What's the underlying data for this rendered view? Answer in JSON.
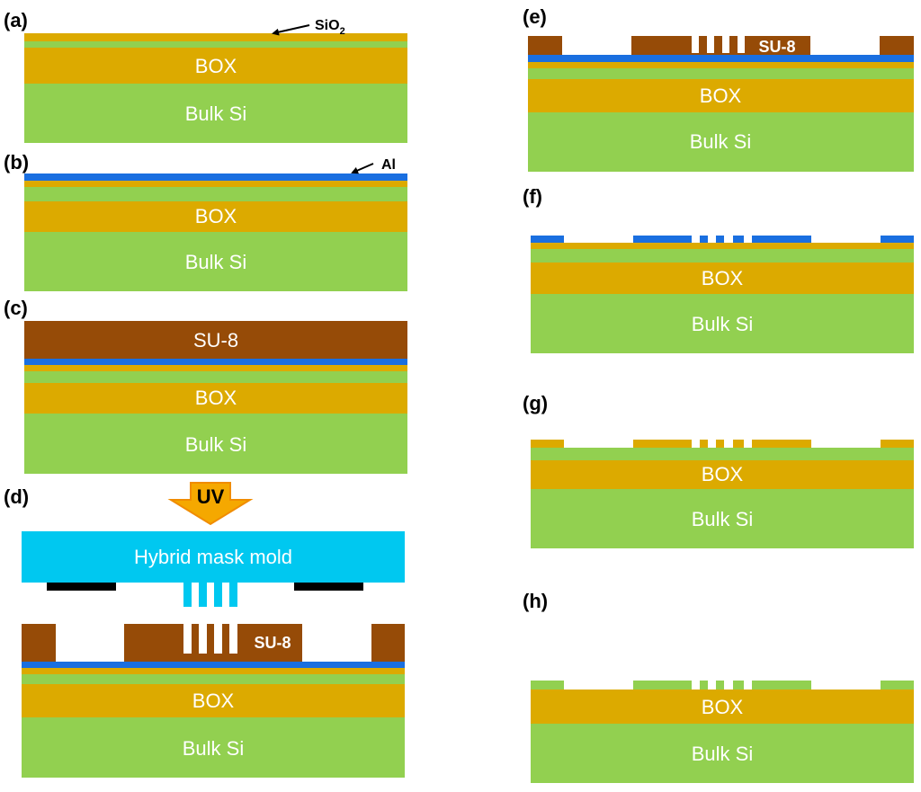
{
  "colors": {
    "bulk_si": "#92d050",
    "box": "#dcaa00",
    "sio2": "#dcaa00",
    "al": "#1a6fe0",
    "su8": "#964b07",
    "mask": "#00c8f0",
    "chrome": "#000000",
    "uv_arrow": "#f5a800",
    "uv_arrow_stroke": "#f08c00"
  },
  "labels": {
    "bulk_si": "Bulk Si",
    "box": "BOX",
    "su8": "SU-8",
    "mask": "Hybrid mask mold",
    "uv": "UV",
    "al": "Al",
    "sio2_main": "SiO",
    "sio2_sub": "2"
  },
  "steps": {
    "a": "(a)",
    "b": "(b)",
    "c": "(c)",
    "d": "(d)",
    "e": "(e)",
    "f": "(f)",
    "g": "(g)",
    "h": "(h)"
  }
}
